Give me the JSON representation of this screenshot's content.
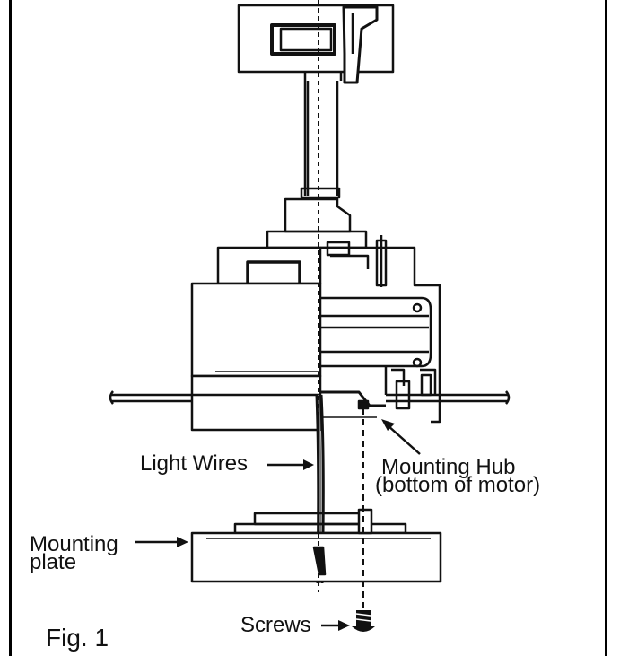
{
  "labels": {
    "light_wires": "Light Wires",
    "mounting_hub_line1": "Mounting Hub",
    "mounting_hub_line2": "(bottom of motor)",
    "mounting_plate_line1": "Mounting",
    "mounting_plate_line2": "plate",
    "screws": "Screws",
    "figure": "Fig. 1"
  },
  "colors": {
    "ink": "#111111",
    "paper": "#ffffff"
  }
}
